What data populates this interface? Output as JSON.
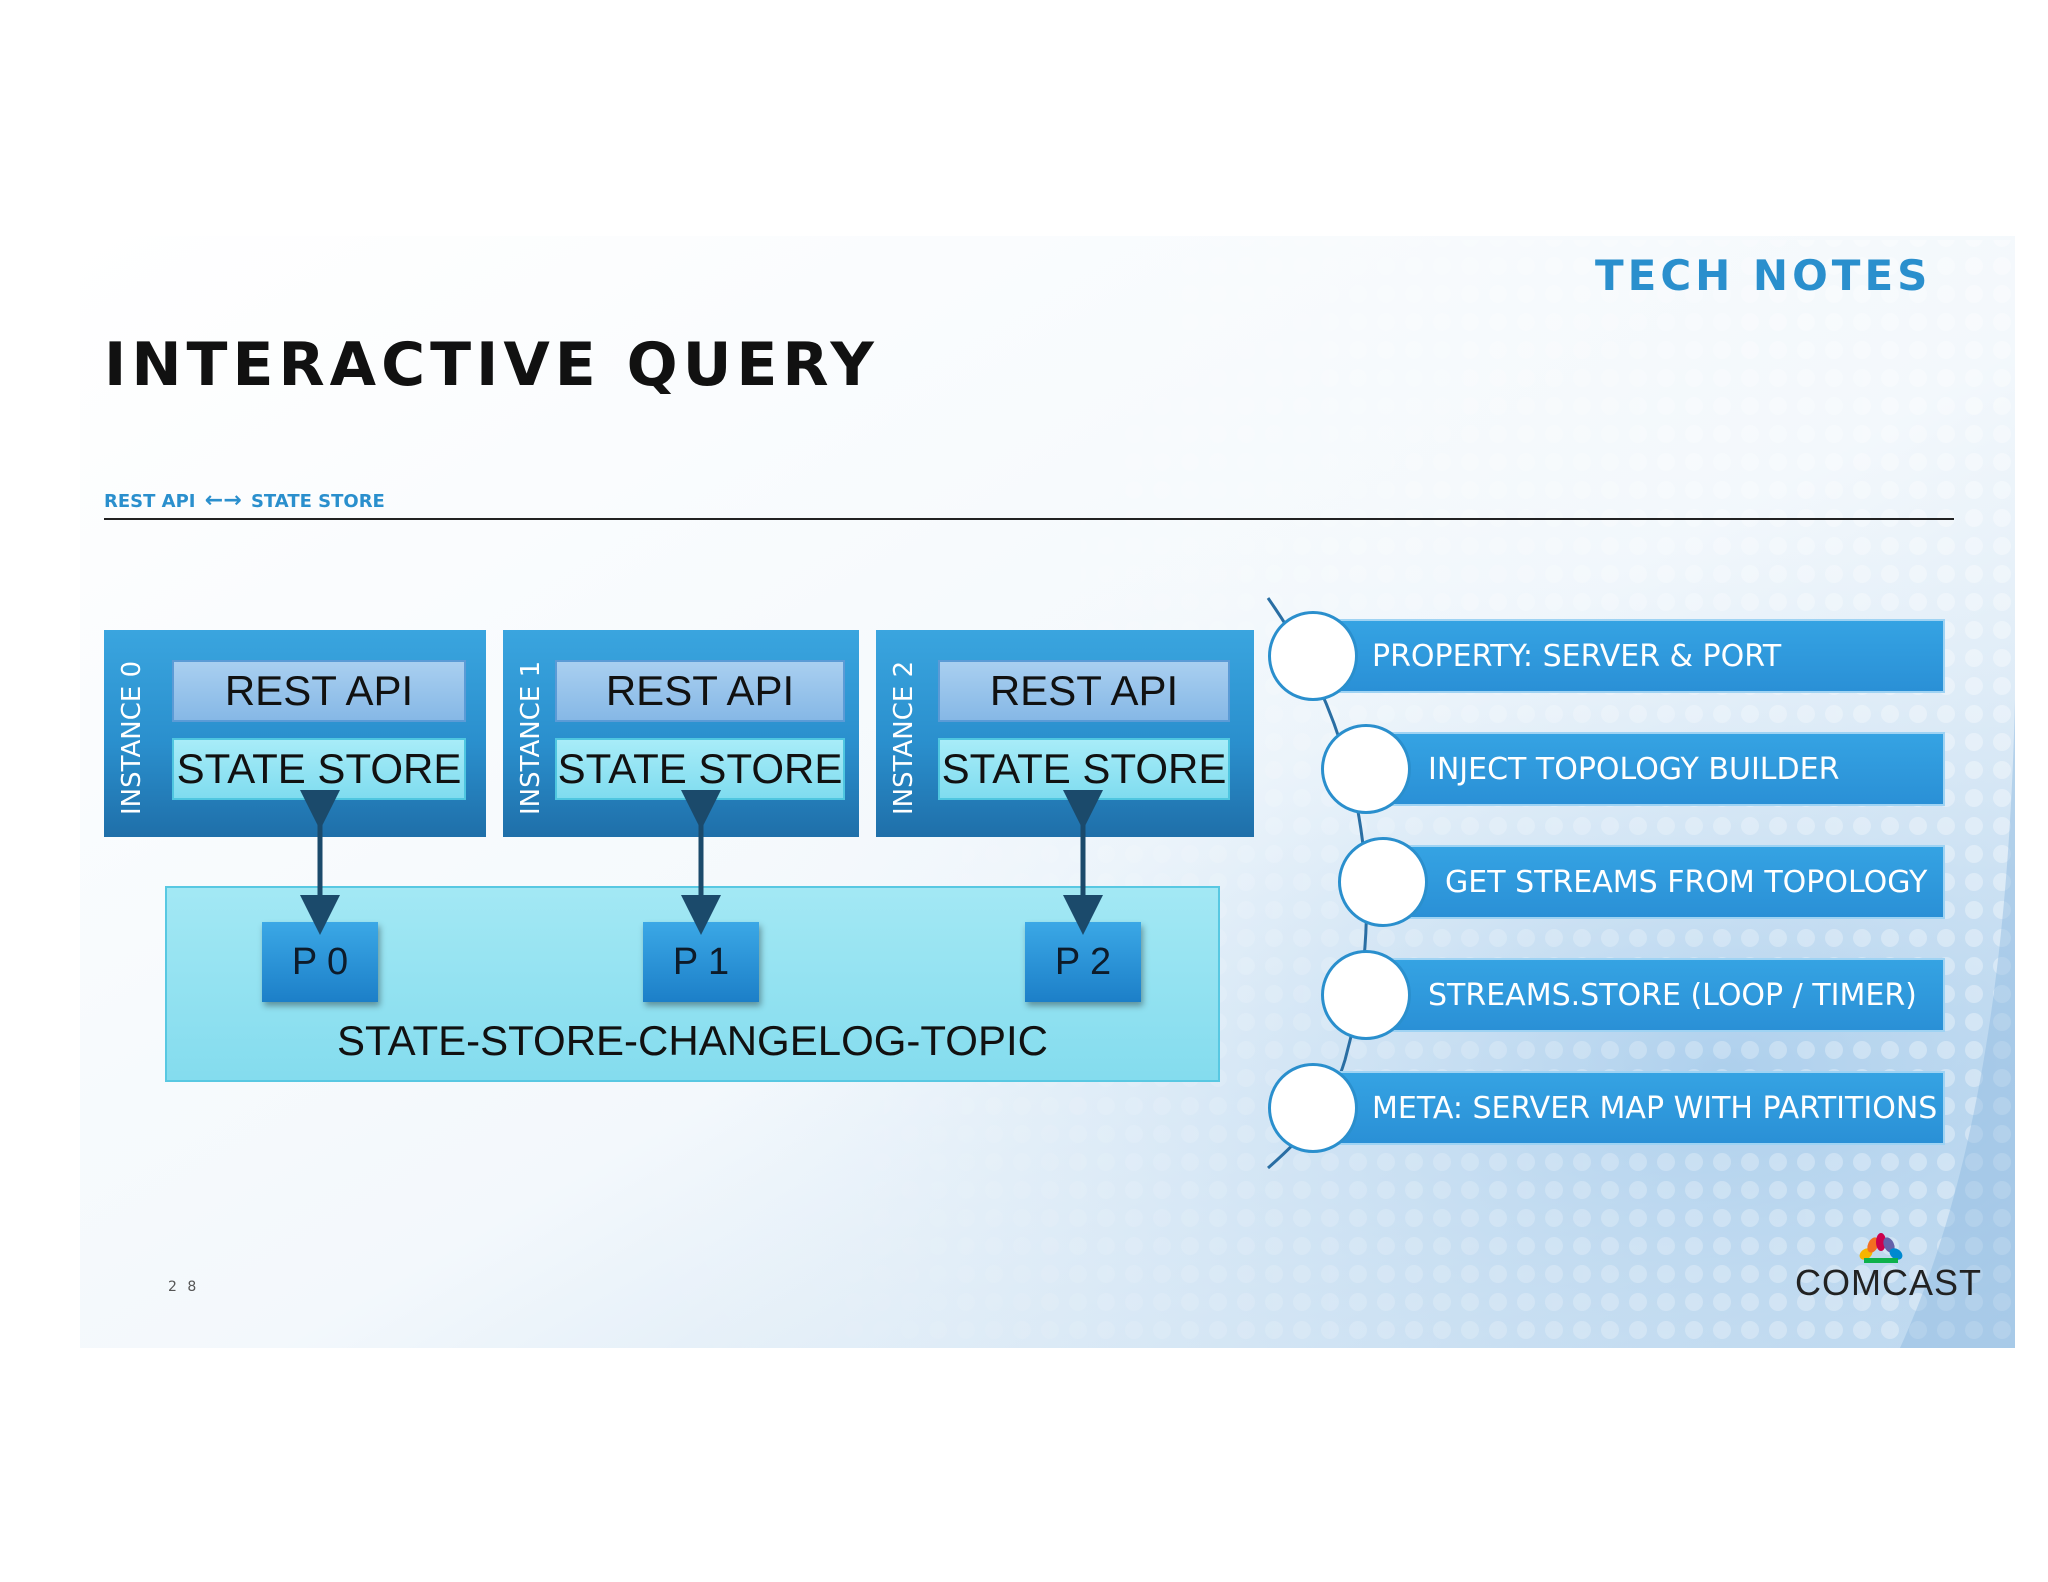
{
  "slide": {
    "title": "INTERACTIVE QUERY",
    "section": "TECH NOTES",
    "subtitle_left": "REST API",
    "subtitle_arrow": "←→",
    "subtitle_right": "STATE STORE",
    "page_number": "2 8",
    "logo_text": "COMCAST"
  },
  "diagram": {
    "instances": [
      {
        "label": "INSTANCE 0",
        "rest": "REST API",
        "store": "STATE STORE"
      },
      {
        "label": "INSTANCE 1",
        "rest": "REST API",
        "store": "STATE STORE"
      },
      {
        "label": "INSTANCE 2",
        "rest": "REST API",
        "store": "STATE STORE"
      }
    ],
    "partitions": [
      "P 0",
      "P 1",
      "P 2"
    ],
    "topic": "STATE-STORE-CHANGELOG-TOPIC"
  },
  "steps": [
    "PROPERTY: SERVER & PORT",
    "INJECT TOPOLOGY BUILDER",
    "GET STREAMS FROM TOPOLOGY",
    "STREAMS.STORE (LOOP / TIMER)",
    "META: SERVER MAP WITH PARTITIONS"
  ],
  "colors": {
    "accent": "#2a8fcd",
    "instance": "#2a8fcd",
    "rest_box": "#9cc6ee",
    "state_box": "#9ae6f6",
    "topic": "#92e2f1",
    "partition": "#2a8fd6",
    "arrow": "#1b4a6b"
  }
}
